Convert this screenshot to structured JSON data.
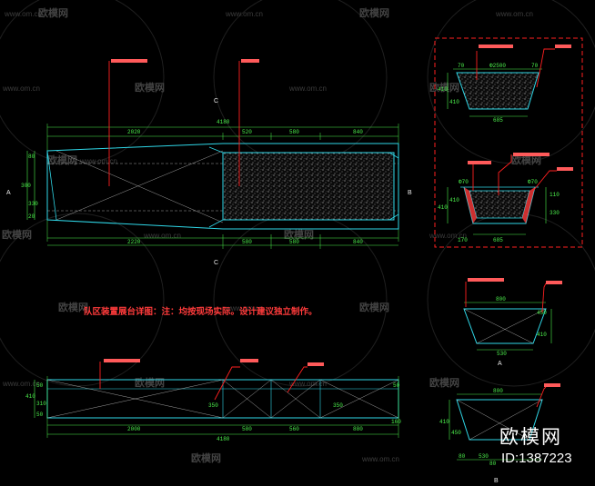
{
  "watermark": {
    "url": "www.om.cn",
    "brand": "欧模网",
    "logo": "欧模网",
    "id": "ID:1387223"
  },
  "note": "队区装置展台详图：注：均按现场实际。设计建议独立制作。",
  "plan": {
    "total": "4180",
    "top_dims": [
      "2020",
      "520",
      "580",
      "840"
    ],
    "bottom_dims": [
      "2220",
      "580",
      "580",
      "840"
    ],
    "left_dims": [
      "80",
      "300",
      "330",
      "20"
    ],
    "section_marks": {
      "top": "C",
      "bottom": "C",
      "left": "A",
      "right": "B"
    }
  },
  "elevation": {
    "total": "4180",
    "dims": [
      "2000",
      "580",
      "560",
      "880"
    ],
    "left_dims": [
      "410",
      "50",
      "310",
      "50"
    ],
    "right_dims": [
      "50",
      "160"
    ],
    "mid_dims": [
      "350",
      "350"
    ]
  },
  "sections": {
    "top_a": {
      "top": "Φ2500",
      "left": "70",
      "right": "70",
      "bottom": "685",
      "side": [
        "410",
        "410"
      ]
    },
    "top_b": {
      "top": [
        "Φ70",
        "Φ70"
      ],
      "bottom": "685",
      "side": [
        "410",
        "410"
      ],
      "right": [
        "110",
        "330"
      ],
      "left_bottom": "170"
    },
    "sec_a": {
      "top": "800",
      "bottom": "530",
      "side": [
        "450",
        "410"
      ],
      "mark": "A"
    },
    "sec_b": {
      "top": "800",
      "side": [
        "410",
        "450"
      ],
      "bottom": [
        "80",
        "530",
        "80"
      ],
      "mark": "B"
    }
  },
  "colors": {
    "background": "#000000",
    "outline": "#2fd8e8",
    "dimension": "#4cf04c",
    "leader": "#ff2020",
    "tag": "#ff5a5a",
    "hidden": "#c8c8c8"
  }
}
